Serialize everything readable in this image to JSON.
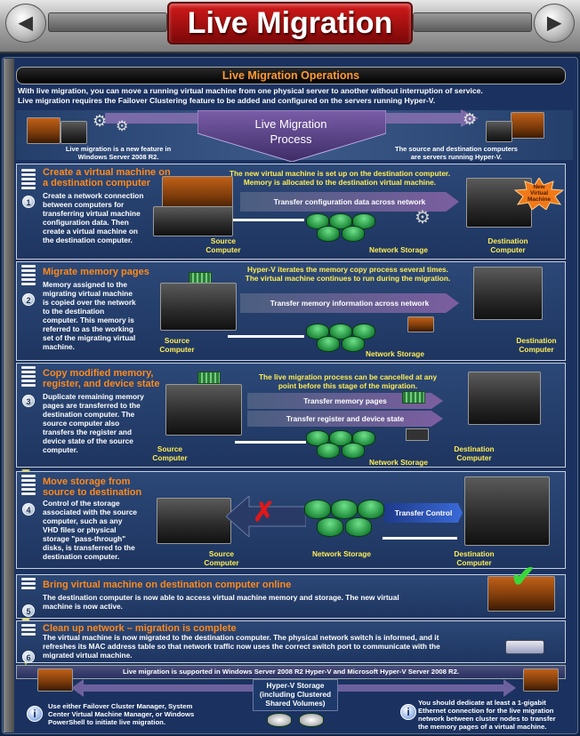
{
  "header": {
    "title": "Live Migration",
    "left_button_icon": "chevron-left-icon",
    "right_button_icon": "chevron-right-icon"
  },
  "operations_title": "Live Migration Operations",
  "intro": {
    "line1": "With live migration, you can move a running virtual machine from one physical server to another without interruption of service.",
    "line2": "Live migration requires the Failover Clustering feature to be added and configured on the servers running Hyper-V."
  },
  "process": {
    "title_line1": "Live Migration",
    "title_line2": "Process",
    "left_caption_1": "Live migration is a new feature in",
    "left_caption_2": "Windows Server 2008 R2.",
    "right_caption_1": "The source and destination computers",
    "right_caption_2": "are servers running Hyper-V."
  },
  "steps": [
    {
      "number": "1",
      "title_1": "Create a virtual machine on",
      "title_2": "a destination computer",
      "body": [
        "Create a network connection",
        "between computers for",
        "transferring virtual machine",
        "configuration data. Then",
        "create a virtual machine on",
        "the destination computer."
      ],
      "note_1": "The new virtual machine is set up on the destination computer.",
      "note_2": "Memory is allocated to the destination virtual machine.",
      "arrow": "Transfer configuration data across network",
      "source_1": "Source",
      "source_2": "Computer",
      "storage": "Network Storage",
      "dest_1": "Destination",
      "dest_2": "Computer",
      "badge_1": "New",
      "badge_2": "Virtual",
      "badge_3": "Machine"
    },
    {
      "number": "2",
      "title_1": "Migrate memory pages",
      "body": [
        "Memory assigned to the",
        "migrating virtual machine",
        "is copied over the network",
        "to the destination",
        "computer. This memory is",
        "referred to as the working",
        "set of the migrating virtual",
        "machine."
      ],
      "note_1": "Hyper-V iterates the memory copy process several times.",
      "note_2": "The virtual machine continues to run during the migration.",
      "arrow": "Transfer memory information across network",
      "source_1": "Source",
      "source_2": "Computer",
      "storage": "Network Storage",
      "dest_1": "Destination",
      "dest_2": "Computer"
    },
    {
      "number": "3",
      "title_1": "Copy modified memory,",
      "title_2": "register, and device state",
      "body": [
        "Duplicate remaining memory",
        "pages are transferred to the",
        "destination computer. The",
        "source computer also",
        "transfers the register and",
        "device state of the source",
        "computer."
      ],
      "note_1": "The live migration process can be cancelled at any",
      "note_2": "point before this stage of the migration.",
      "arrow_1": "Transfer memory pages",
      "arrow_2": "Transfer register and device state",
      "source_1": "Source",
      "source_2": "Computer",
      "storage": "Network Storage",
      "dest_1": "Destination",
      "dest_2": "Computer"
    },
    {
      "number": "4",
      "title_1": "Move storage from",
      "title_2": "source to destination",
      "body": [
        "Control of the storage",
        "associated with the source",
        "computer, such as any",
        "VHD files or physical",
        "storage \"pass-through\"",
        "disks, is transferred to the",
        "destination computer."
      ],
      "arrow": "Transfer Control",
      "source_1": "Source",
      "source_2": "Computer",
      "storage": "Network Storage",
      "dest_1": "Destination",
      "dest_2": "Computer"
    },
    {
      "number": "5",
      "title_1": "Bring virtual machine on destination computer online",
      "body_1": "The destination computer is now able to access virtual machine memory and storage. The new virtual",
      "body_2": "machine is now active."
    },
    {
      "number": "6",
      "title_1": "Clean up network – migration is complete",
      "body_1": "The virtual machine is now migrated to the destination computer. The physical network switch is informed, and it",
      "body_2": "refreshes its MAC address table so that network traffic now uses the correct switch port to communicate with the",
      "body_3": "migrated virtual machine."
    }
  ],
  "footer": {
    "supported": "Live migration is supported in Windows Server 2008 R2 Hyper-V and Microsoft Hyper-V Server 2008 R2.",
    "storage_1": "Hyper-V Storage",
    "storage_2": "(including Clustered",
    "storage_3": "Shared Volumes)",
    "left_tip_1": "Use either Failover Cluster Manager, System",
    "left_tip_2": "Center Virtual Machine Manager, or Windows",
    "left_tip_3": "PowerShell to initiate live migration.",
    "right_tip_1": "You should dedicate at least a 1-gigabit",
    "right_tip_2": "Ethernet connection for the live migration",
    "right_tip_3": "network between cluster nodes to transfer",
    "right_tip_4": "the memory pages of a virtual machine."
  },
  "colors": {
    "accent_orange": "#ff8a1c",
    "note_yellow": "#ffee55",
    "header_red": "#c01010",
    "background_navy": "#1b3260"
  }
}
